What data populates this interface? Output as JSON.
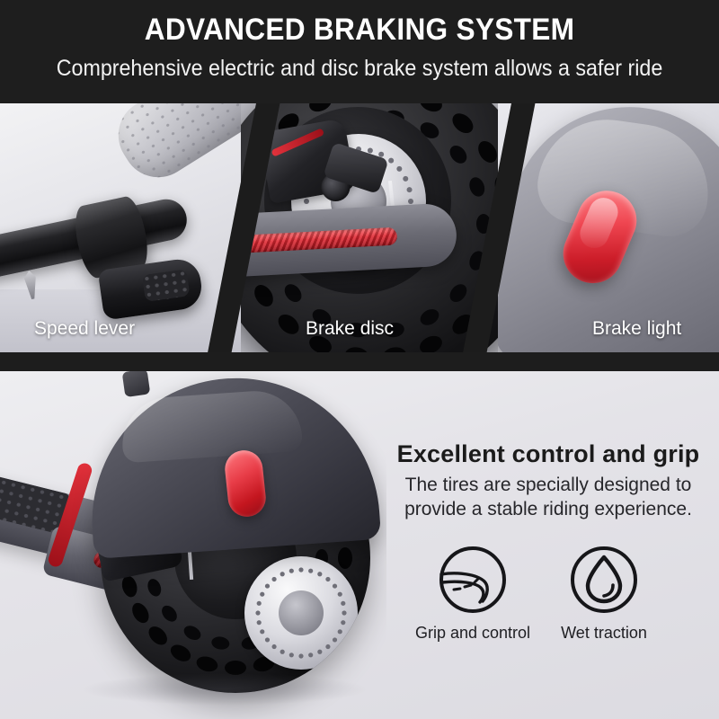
{
  "header": {
    "title": "ADVANCED BRAKING SYSTEM",
    "subtitle": "Comprehensive electric and disc brake system allows a safer ride",
    "background_color": "#1e1e1e",
    "text_color": "#ffffff"
  },
  "panels": [
    {
      "label": "Speed lever",
      "icon": "throttle-lever-photo"
    },
    {
      "label": "Brake disc",
      "icon": "brake-disc-photo"
    },
    {
      "label": "Brake light",
      "icon": "brake-light-photo"
    }
  ],
  "lower": {
    "heading": "Excellent control and grip",
    "body": "The tires are specially designed to provide a stable riding experience.",
    "scooter_alt": "rear-wheel-scooter-photo"
  },
  "features": [
    {
      "label": "Grip and control",
      "icon": "winding-road-icon"
    },
    {
      "label": "Wet traction",
      "icon": "water-droplet-icon"
    }
  ],
  "colors": {
    "accent_red": "#e02731",
    "background": "#e3e2e7",
    "dark_band": "#1d1d1d",
    "label_text": "#ffffff",
    "body_text": "#26262a"
  }
}
